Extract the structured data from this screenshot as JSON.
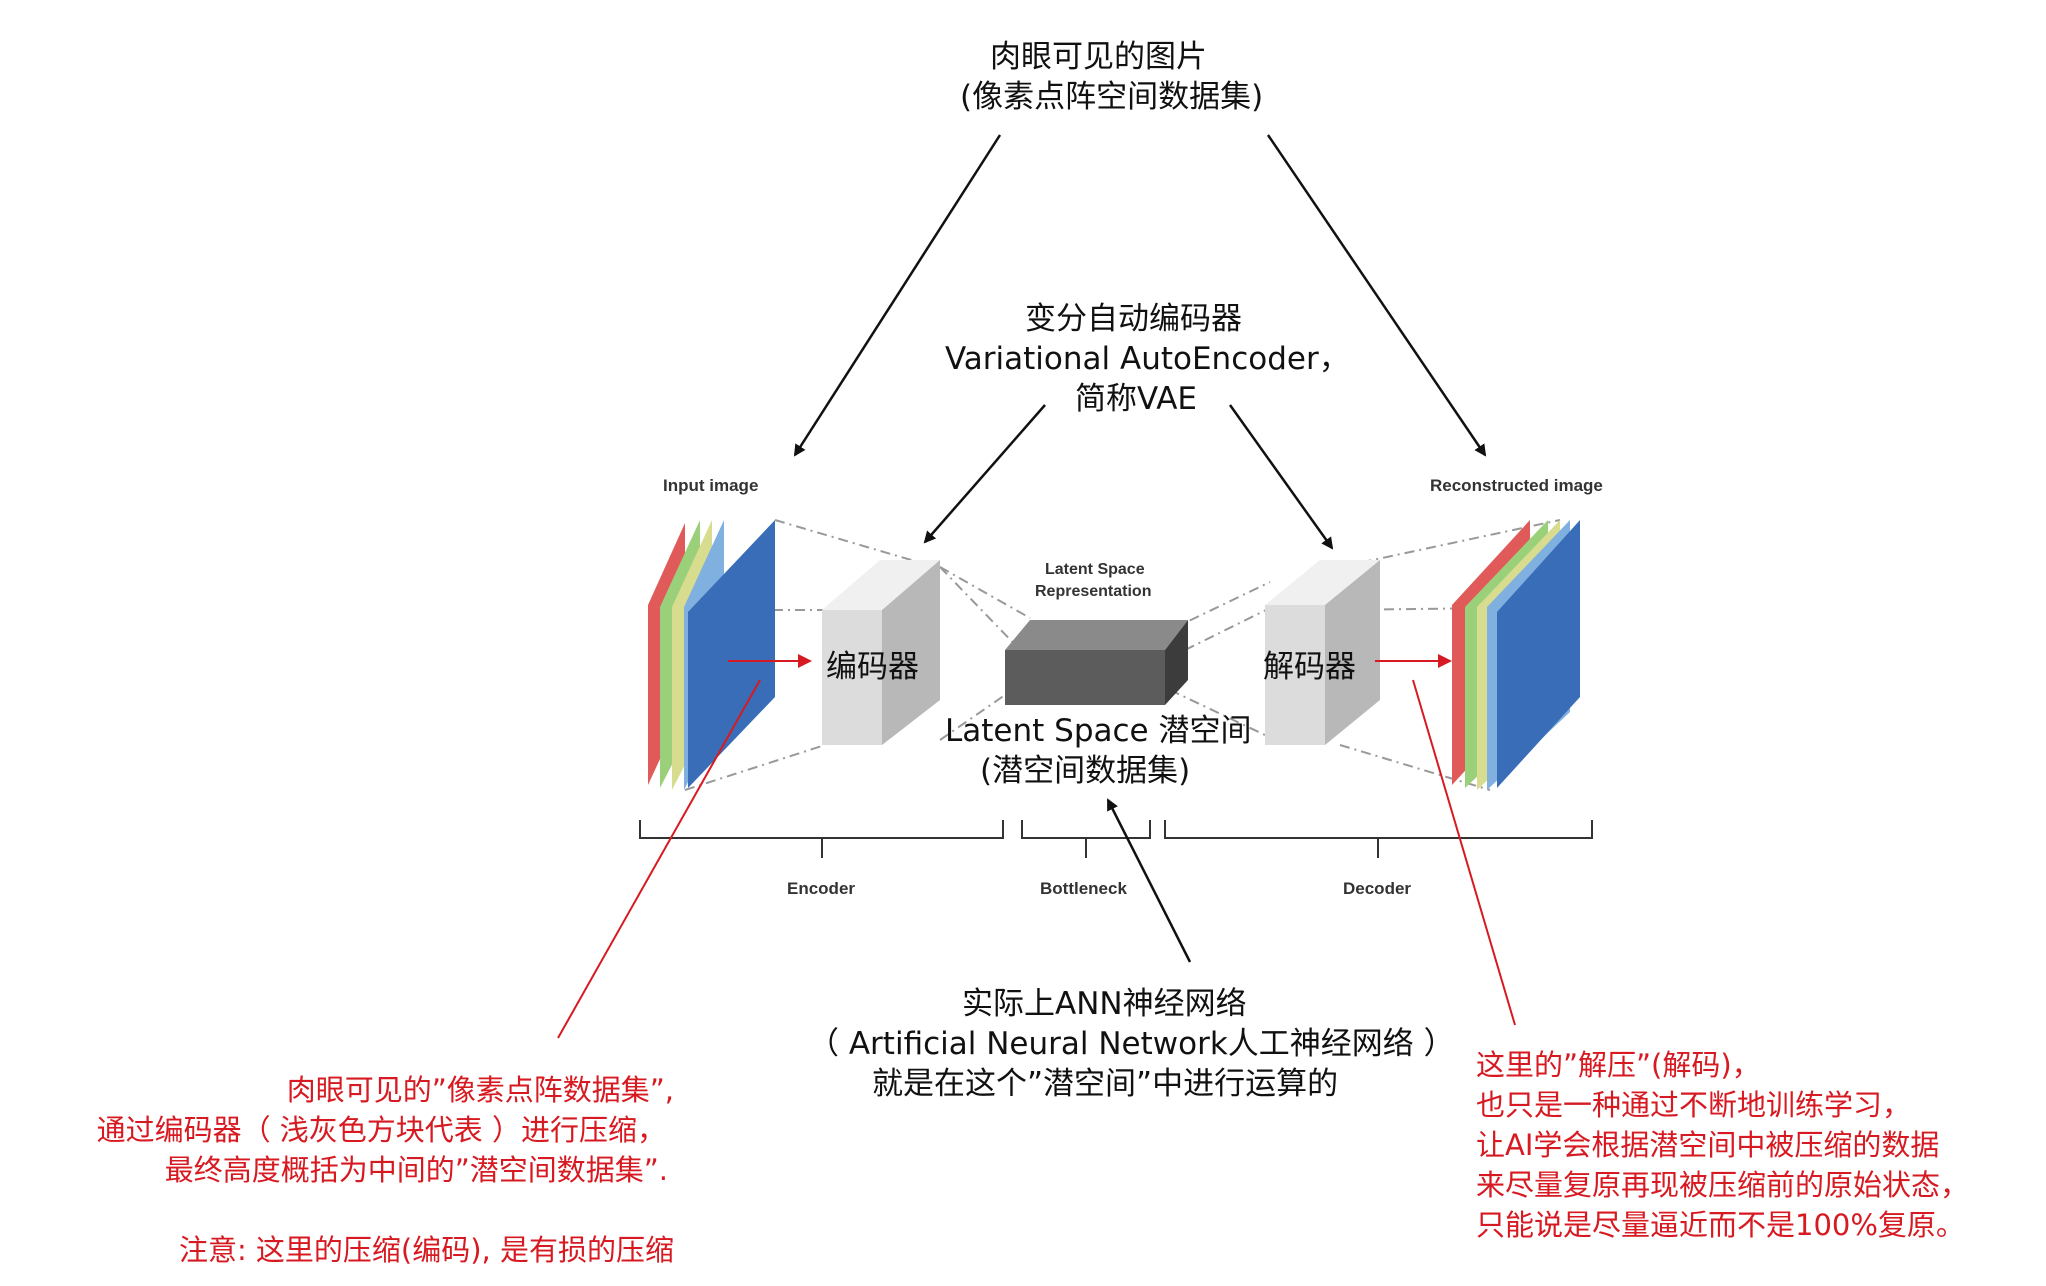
{
  "top_caption": {
    "line1": "肉眼可见的图片",
    "line2": "(像素点阵空间数据集)"
  },
  "vae_caption": {
    "line1": "变分自动编码器",
    "line2": "Variational AutoEncoder，",
    "line3": "简称VAE"
  },
  "figure": {
    "input_label": "Input image",
    "output_label": "Reconstructed image",
    "latent_label_line1": "Latent Space",
    "latent_label_line2": "Representation",
    "encoder_box_label": "编码器",
    "decoder_box_label": "解码器",
    "latent_caption_line1": "Latent Space 潜空间",
    "latent_caption_line2": "(潜空间数据集)",
    "encoder_section": "Encoder",
    "bottleneck_section": "Bottleneck",
    "decoder_section": "Decoder"
  },
  "ann_caption": {
    "line1": "实际上ANN神经网络",
    "line2": "（ Artificial Neural Network人工神经网络 ）",
    "line3": "就是在这个”潜空间”中进行运算的"
  },
  "left_note": {
    "line1": "肉眼可见的”像素点阵数据集”,",
    "line2": "通过编码器（ 浅灰色方块代表 ）进行压缩，",
    "line3": "最终高度概括为中间的”潜空间数据集”.",
    "line4": "注意: 这里的压缩(编码), 是有损的压缩"
  },
  "right_note": {
    "line1": "这里的”解压”(解码)，",
    "line2": "也只是一种通过不断地训练学习，",
    "line3": "让AI学会根据潜空间中被压缩的数据",
    "line4": "来尽量复原再现被压缩前的原始状态，",
    "line5": "只能说是尽量逼近而不是100%复原。"
  },
  "colors": {
    "annotation_red": "#d71a21",
    "layer_red": "#e05a5a",
    "layer_green": "#9bd07a",
    "layer_yellow": "#d8dc8e",
    "layer_blue": "#3a6db8",
    "encoder_gray": "#dcdcdc",
    "latent_dark": "#5c5c5c"
  }
}
